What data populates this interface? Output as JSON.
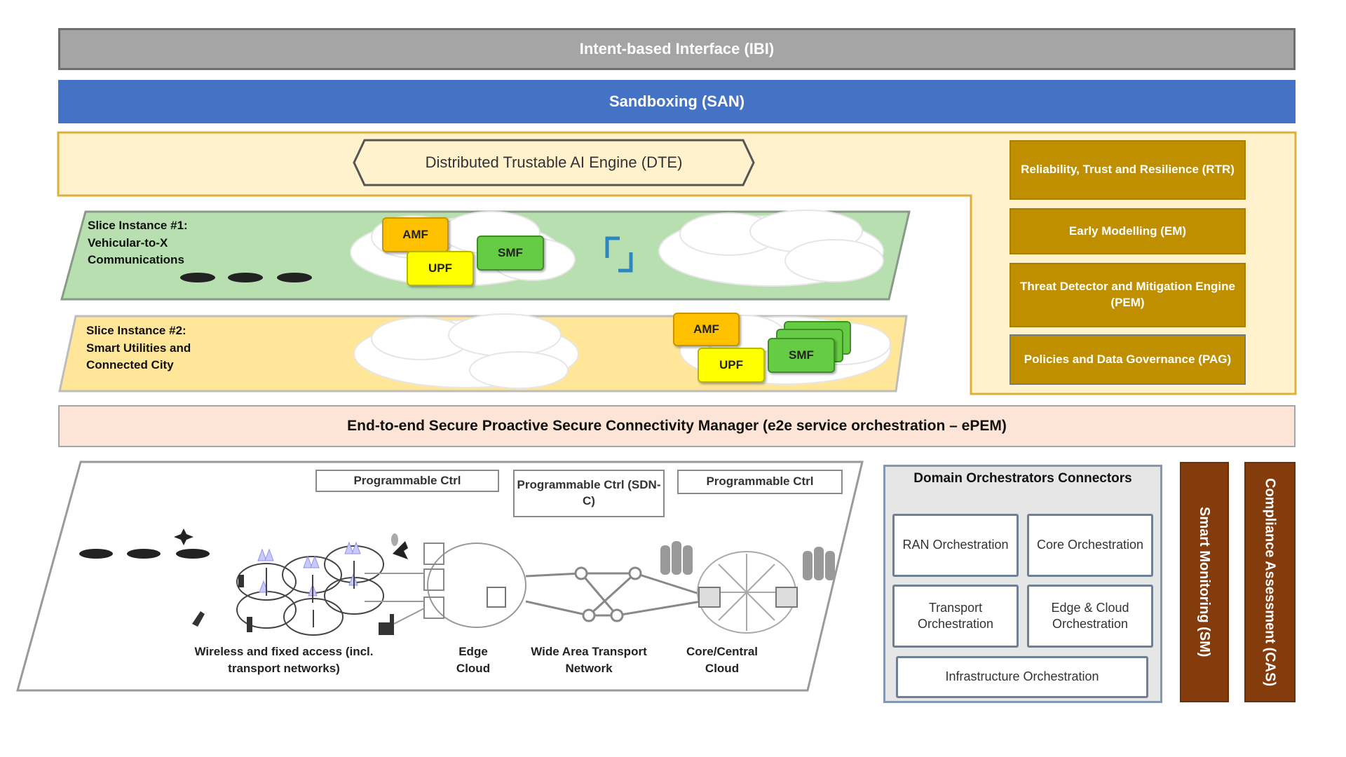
{
  "layers": {
    "ibi": "Intent-based Interface (IBI)",
    "san": "Sandboxing (SAN)",
    "dte": "Distributed Trustable AI Engine (DTE)",
    "epem": "End-to-end Secure Proactive Secure Connectivity Manager (e2e service orchestration – ePEM)"
  },
  "ai_modules": [
    {
      "label": "Reliability, Trust and Resilience (RTR)"
    },
    {
      "label": "Early Modelling (EM)"
    },
    {
      "label": "Threat Detector and Mitigation Engine (PEM)"
    },
    {
      "label": "Policies and Data Governance (PAG)"
    }
  ],
  "slices": [
    {
      "label_lines": [
        "Slice Instance #1:",
        "Vehicular-to-X",
        "Communications"
      ],
      "functions": [
        "AMF",
        "UPF",
        "SMF"
      ]
    },
    {
      "label_lines": [
        "Slice Instance #2:",
        "Smart Utilities and",
        "Connected City"
      ],
      "functions": [
        "AMF",
        "UPF",
        "SMF"
      ]
    }
  ],
  "controllers": [
    {
      "label": "Programmable Ctrl"
    },
    {
      "label": "Programmable Ctrl (SDN-C)"
    },
    {
      "label": "Programmable Ctrl"
    }
  ],
  "network_segments": [
    {
      "label": "Wireless and fixed access (incl. transport networks)"
    },
    {
      "label": "Edge Cloud"
    },
    {
      "label": "Wide Area Transport Network"
    },
    {
      "label": "Core/Central Cloud"
    }
  ],
  "domain_orchestrators": {
    "title": "Domain Orchestrators Connectors",
    "items": [
      {
        "label": "RAN Orchestration"
      },
      {
        "label": "Core Orchestration"
      },
      {
        "label": "Transport Orchestration"
      },
      {
        "label": "Edge & Cloud Orchestration"
      },
      {
        "label": "Infrastructure Orchestration"
      }
    ]
  },
  "vertical_modules": [
    {
      "label": "Smart Monitoring (SM)"
    },
    {
      "label": "Compliance Assessment (CAS)"
    }
  ],
  "colors": {
    "ibi": "#a5a5a5",
    "san": "#4472c4",
    "ai_panel": "#fff2cc",
    "ai_border": "#dcb03a",
    "ai_module": "#bf8f00",
    "slice1": "#b7dfb0",
    "slice2": "#ffe699",
    "epem": "#fce4d6",
    "vertical": "#843c0c"
  }
}
